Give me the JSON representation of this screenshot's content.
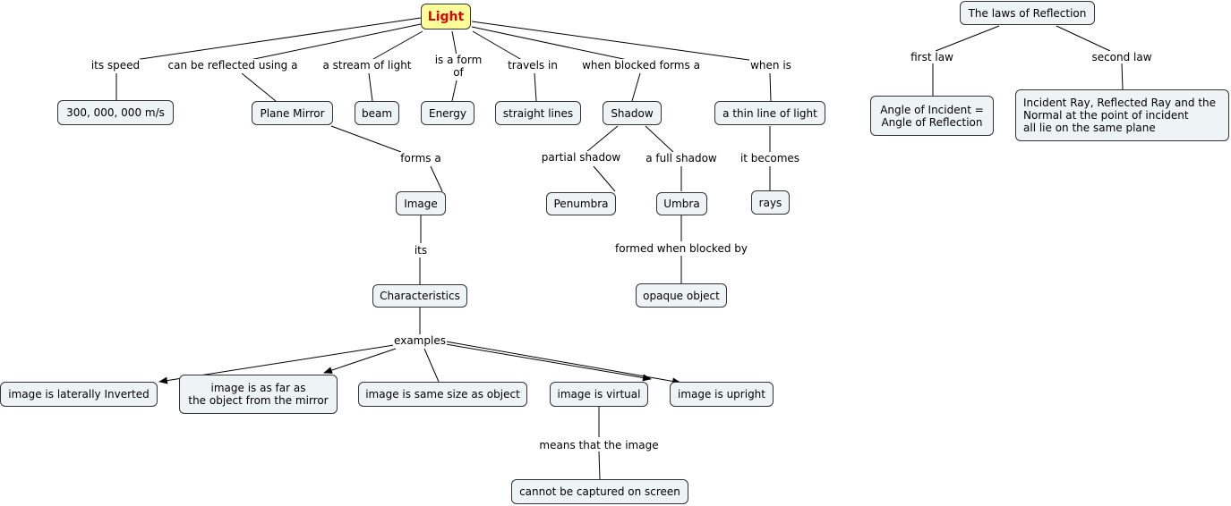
{
  "nodes": {
    "light": "Light",
    "speed_value": "300, 000, 000 m/s",
    "plane_mirror": "Plane Mirror",
    "beam": "beam",
    "energy": "Energy",
    "straight_lines": "straight lines",
    "shadow": "Shadow",
    "thin_line": "a thin line of light",
    "image": "Image",
    "penumbra": "Penumbra",
    "umbra": "Umbra",
    "rays": "rays",
    "characteristics": "Characteristics",
    "opaque_object": "opaque object",
    "laterally_inverted": "image is laterally Inverted",
    "as_far_as": "image is as far as\nthe object from the mirror",
    "same_size": "image is same size as object",
    "virtual": "image is virtual",
    "upright": "image is upright",
    "not_captured": "cannot be captured on screen",
    "laws_title": "The laws of Reflection",
    "first_law_text": "Angle of Incident =\nAngle of Reflection",
    "second_law_text": "Incident Ray, Reflected Ray and the\nNormal at the point of incident\nall lie on the same plane"
  },
  "links": {
    "its_speed": "its speed",
    "reflected_using": "can be reflected using a",
    "stream": "a stream of light",
    "form_of": "is a form\nof",
    "travels_in": "travels in",
    "blocked_forms": "when blocked forms a",
    "when_is": "when is",
    "forms_a": "forms a",
    "partial_shadow": "partial shadow",
    "full_shadow": "a full shadow",
    "it_becomes": "it becomes",
    "its": "its",
    "formed_blocked": "formed when blocked by",
    "examples": "examples",
    "means_that": "means that the image",
    "first_law": "first law",
    "second_law": "second law"
  }
}
